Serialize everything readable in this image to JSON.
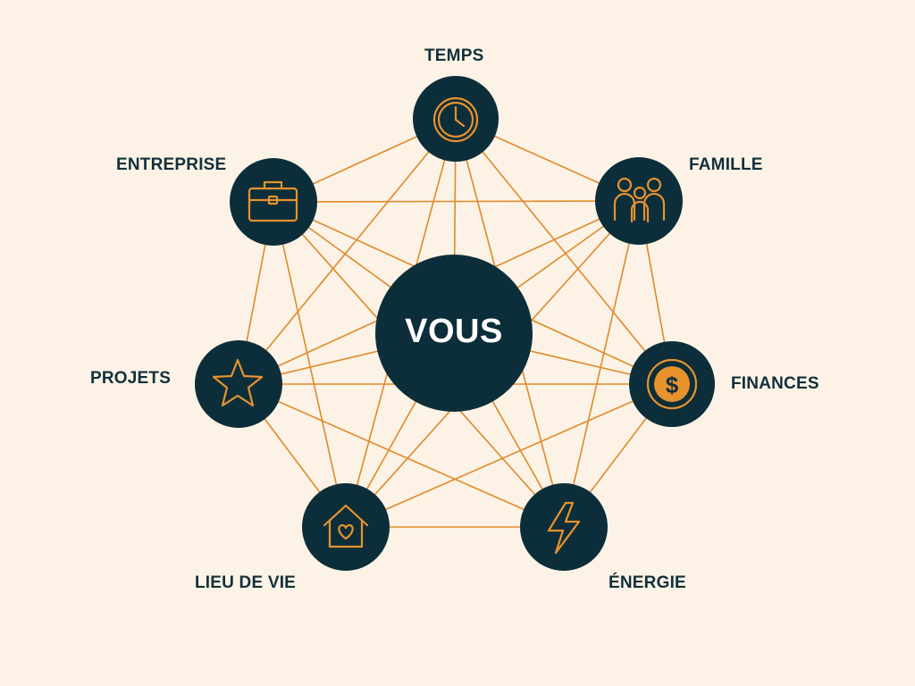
{
  "center": {
    "label": "VOUS"
  },
  "nodes": [
    {
      "id": "temps",
      "label": "TEMPS",
      "icon": "clock-icon"
    },
    {
      "id": "famille",
      "label": "FAMILLE",
      "icon": "family-icon"
    },
    {
      "id": "finances",
      "label": "FINANCES",
      "icon": "dollar-coin-icon"
    },
    {
      "id": "energie",
      "label": "ÉNERGIE",
      "icon": "lightning-icon"
    },
    {
      "id": "lieu",
      "label": "LIEU DE VIE",
      "icon": "home-heart-icon"
    },
    {
      "id": "projets",
      "label": "PROJETS",
      "icon": "star-icon"
    },
    {
      "id": "entreprise",
      "label": "ENTREPRISE",
      "icon": "briefcase-icon"
    }
  ],
  "colors": {
    "background": "#fcf3e6",
    "node": "#0c2e3a",
    "accent": "#e0892a",
    "text": "#12303b"
  }
}
